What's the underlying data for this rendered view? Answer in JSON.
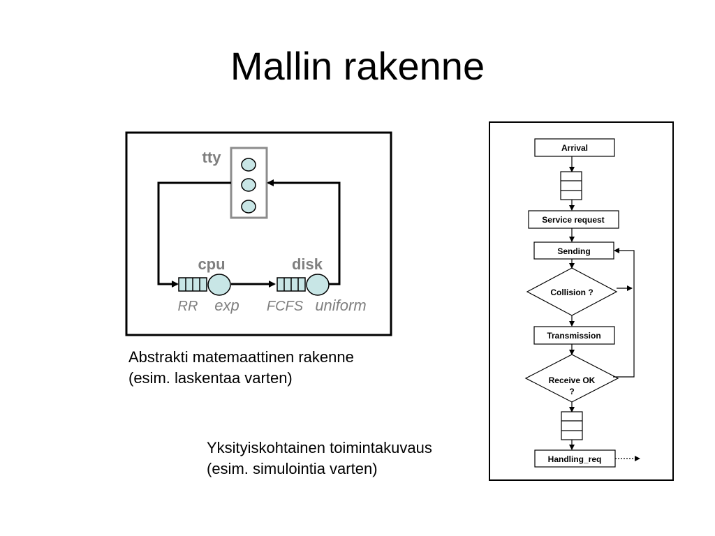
{
  "title": "Mallin rakenne",
  "left_diagram": {
    "tty_label": "tty",
    "cpu_label": "cpu",
    "disk_label": "disk",
    "cpu_discipline": "RR",
    "cpu_distribution": "exp",
    "disk_discipline": "FCFS",
    "disk_distribution": "uniform",
    "caption_line1": "Abstrakti matemaattinen rakenne",
    "caption_line2": "(esim. laskentaa varten)"
  },
  "flowchart": {
    "arrival": "Arrival",
    "service_request": "Service request",
    "sending": "Sending",
    "collision": "Collision ?",
    "transmission": "Transmission",
    "receive_ok_line1": "Receive OK",
    "receive_ok_line2": "?",
    "handling_req": "Handling_req",
    "caption_line1": "Yksityiskohtainen toimintakuvaus",
    "caption_line2": "(esim. simulointia varten)"
  },
  "colors": {
    "node_fill": "#c8e6e6",
    "label_gray": "#7f7f7f",
    "tty_box_stroke": "#8c8c8c"
  }
}
